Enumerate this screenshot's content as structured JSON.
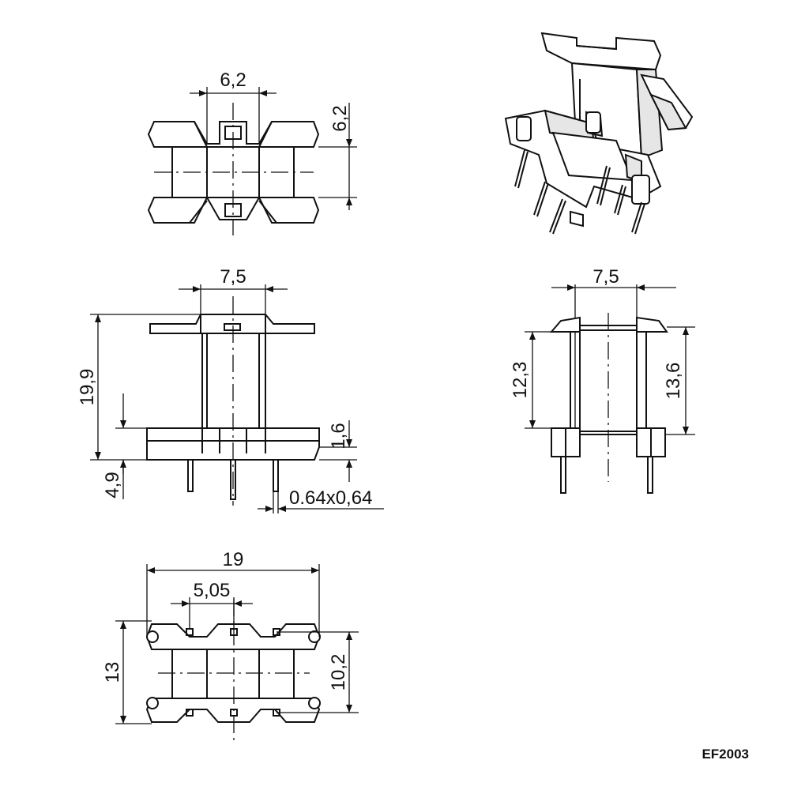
{
  "part_code": "EF2003",
  "views": {
    "top": {
      "width": "6,2",
      "height": "6,2"
    },
    "front": {
      "width": "7,5",
      "total_height": "19,9",
      "pin_length": "4,9",
      "flange_thickness": "1,6",
      "pin_section": "0.64x0,64"
    },
    "side": {
      "width": "7,5",
      "winding_height": "12,3",
      "body_height": "13,6"
    },
    "bottom": {
      "overall_width": "19",
      "pin_pitch": "5,05",
      "overall_depth": "13",
      "pin_row_spacing": "10,2"
    }
  }
}
